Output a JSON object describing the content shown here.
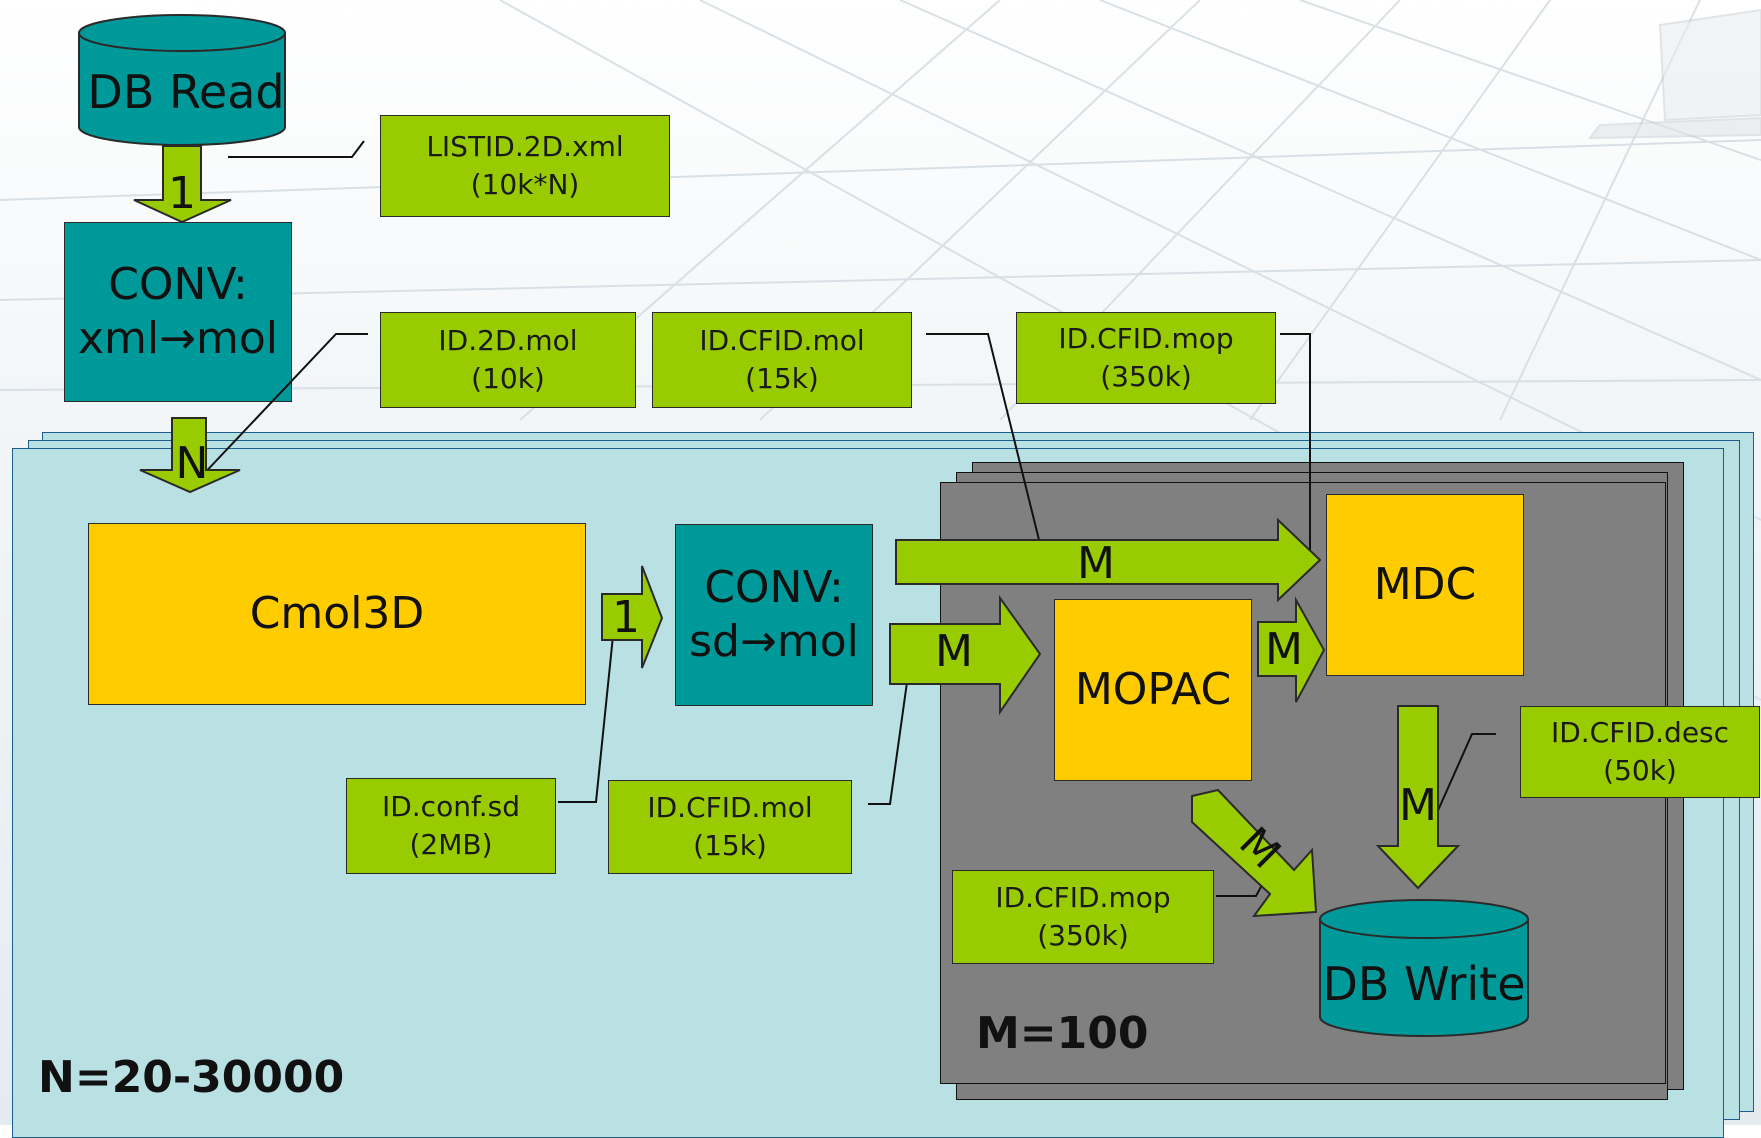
{
  "nodes": {
    "db_read": "DB Read",
    "conv_xml_1": "CONV:",
    "conv_xml_2": "xml→mol",
    "cmol3d": "Cmol3D",
    "conv_sd_1": "CONV:",
    "conv_sd_2": "sd→mol",
    "mopac": "MOPAC",
    "mdc": "MDC",
    "db_write": "DB Write"
  },
  "notes": {
    "listid_1": "LISTID.2D.xml",
    "listid_2": "(10k*N)",
    "id2dmol_1": "ID.2D.mol",
    "id2dmol_2": "(10k)",
    "cfidmol_top_1": "ID.CFID.mol",
    "cfidmol_top_2": "(15k)",
    "cfidmop_top_1": "ID.CFID.mop",
    "cfidmop_top_2": "(350k)",
    "confsd_1": "ID.conf.sd",
    "confsd_2": "(2MB)",
    "cfidmol_bot_1": "ID.CFID.mol",
    "cfidmol_bot_2": "(15k)",
    "cfidmop_bot_1": "ID.CFID.mop",
    "cfidmop_bot_2": "(350k)",
    "cfiddesc_1": "ID.CFID.desc",
    "cfiddesc_2": "(50k)"
  },
  "arrows": {
    "one_a": "1",
    "n": "N",
    "one_b": "1",
    "m_mdc": "M",
    "m_mopac": "M",
    "m_mopac_mdc": "M",
    "m_diag": "M",
    "m_down": "M"
  },
  "labels": {
    "n_range": "N=20-30000",
    "m_value": "M=100"
  },
  "colors": {
    "yellow": "#ffcc00",
    "teal": "#009999",
    "note_green": "#99cc00",
    "panel_cyan": "#b9e0e3",
    "panel_gray": "#808080"
  }
}
